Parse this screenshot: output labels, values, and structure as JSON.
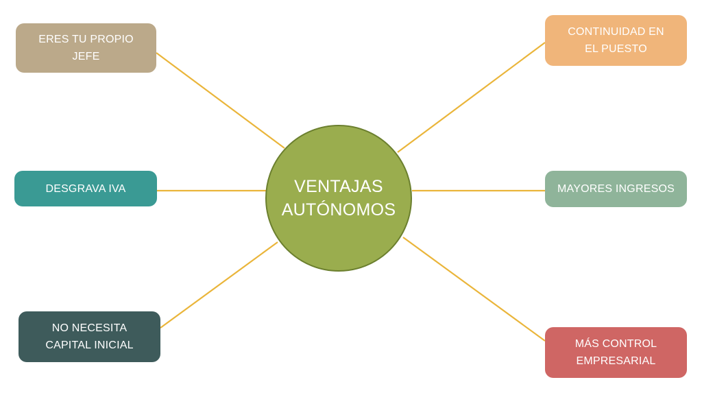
{
  "colors": {
    "connector": "#eab53a",
    "center_fill": "#9aad4e",
    "center_border": "#6b7f2e"
  },
  "center": {
    "label": "VENTAJAS\nAUTÓNOMOS"
  },
  "nodes": {
    "jefe": {
      "label": "ERES TU PROPIO\nJEFE",
      "color": "#bba98a"
    },
    "iva": {
      "label": "DESGRAVA IVA",
      "color": "#3a9a94"
    },
    "capital": {
      "label": "NO NECESITA\nCAPITAL INICIAL",
      "color": "#3e5b5b"
    },
    "puesto": {
      "label": "CONTINUIDAD EN\nEL PUESTO",
      "color": "#f0b57a"
    },
    "ingresos": {
      "label": "MAYORES INGRESOS",
      "color": "#8fb49a"
    },
    "control": {
      "label": "MÁS CONTROL\nEMPRESARIAL",
      "color": "#cf6664"
    }
  }
}
